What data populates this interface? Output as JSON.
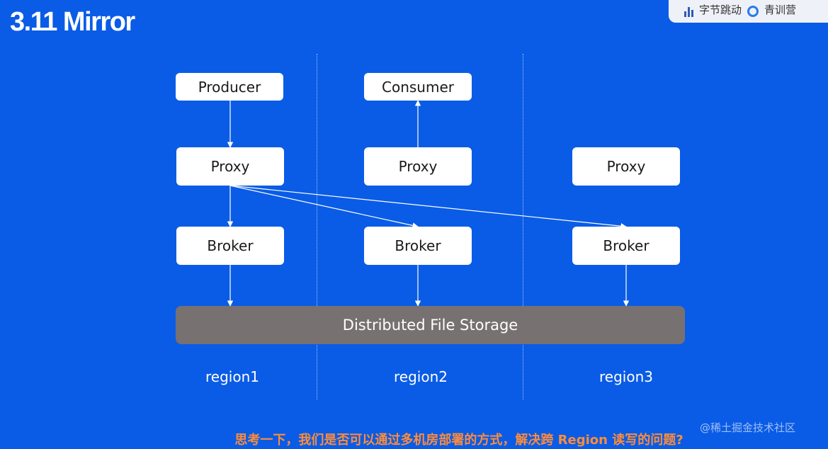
{
  "slide": {
    "title": "3.11 Mirror",
    "brand_1": "字节跳动",
    "brand_2": "青训营"
  },
  "diagram": {
    "nodes": {
      "producer": "Producer",
      "consumer": "Consumer",
      "proxy_1": "Proxy",
      "proxy_2": "Proxy",
      "proxy_3": "Proxy",
      "broker_1": "Broker",
      "broker_2": "Broker",
      "broker_3": "Broker"
    },
    "storage": "Distributed File Storage",
    "regions": [
      "region1",
      "region2",
      "region3"
    ]
  },
  "caption": "思考一下，我们是否可以通过多机房部署的方式，解决跨 Region 读写的问题?",
  "credit": "@稀土掘金技术社区",
  "colors": {
    "background": "#0a5ce6",
    "storage": "#787171",
    "caption": "#ff8c3a"
  }
}
